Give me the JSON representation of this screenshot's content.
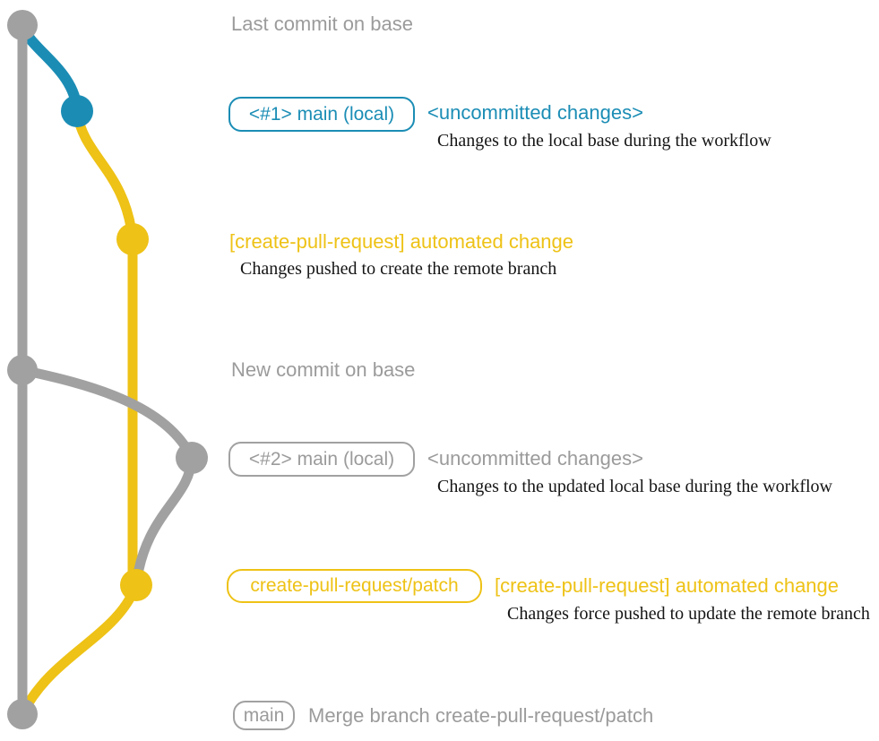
{
  "colors": {
    "gray": "#a1a1a1",
    "gray-text": "#9b9b9b",
    "blue": "#1b8db5",
    "yellow": "#eec216",
    "ink": "#151515",
    "bg": "#ffffff"
  },
  "labels": {
    "last_commit_on_base": "Last commit on base",
    "new_commit_on_base": "New commit on base",
    "branch1_badge": "<#1> main (local)",
    "branch1_title": "<uncommitted changes>",
    "branch1_desc": "Changes to the local base during the workflow",
    "push1_title": "[create-pull-request] automated change",
    "push1_desc": "Changes pushed to create the remote branch",
    "branch2_badge": "<#2> main (local)",
    "branch2_title": "<uncommitted changes>",
    "branch2_desc": "Changes to the updated local base during the workflow",
    "patch_badge": "create-pull-request/patch",
    "push2_title": "[create-pull-request] automated change",
    "push2_desc": "Changes force pushed to update the remote branch",
    "main_badge": "main",
    "merge_commit": "Merge branch create-pull-request/patch"
  }
}
